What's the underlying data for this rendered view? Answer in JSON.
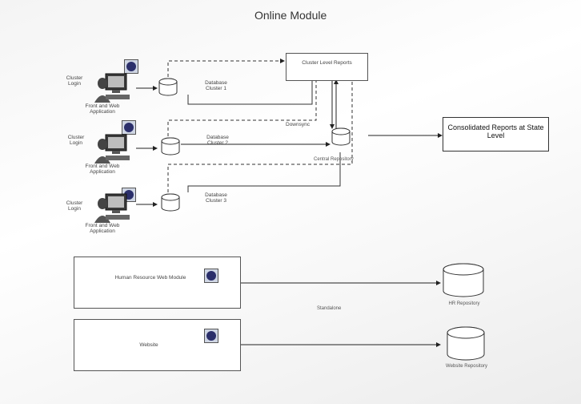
{
  "title": "Online Module",
  "clusters": [
    {
      "login": "Cluster Login",
      "app": "Front and Web Application",
      "db": "Database Cluster 1"
    },
    {
      "login": "Cluster Login",
      "app": "Front and Web Application",
      "db": "Database Cluster 2"
    },
    {
      "login": "Cluster Login",
      "app": "Front and Web Application",
      "db": "Database Cluster 3"
    }
  ],
  "reports_box": "Cluster Level Reports",
  "downsync": "Downsync",
  "central_repository": "Central Repository",
  "consolidated": "Consolidated Reports at State Level",
  "hr_module": "Human Resource Web Module",
  "hr_repo": "HR Repository",
  "website": "Website",
  "website_repo": "Website Repository",
  "standalone": "Standalone",
  "icons": [
    "globe-badge-icon",
    "computer-user-icon",
    "database-icon"
  ]
}
